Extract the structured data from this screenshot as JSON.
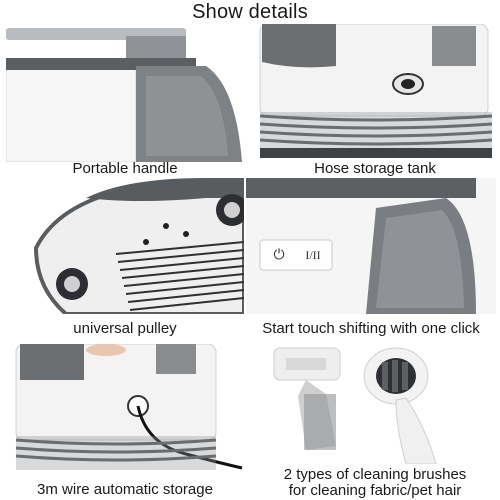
{
  "page": {
    "title": "Show details"
  },
  "panels": [
    {
      "caption": "Portable handle",
      "icon": "handle-photo"
    },
    {
      "caption": "Hose storage tank",
      "icon": "hose-tank-photo"
    },
    {
      "caption": "universal pulley",
      "icon": "pulley-photo"
    },
    {
      "caption": "Start touch shifting with one click",
      "icon": "touch-panel-photo",
      "control_labels": [
        "⏻",
        "I/II"
      ]
    },
    {
      "caption": "3m wire automatic storage",
      "icon": "wire-storage-photo"
    },
    {
      "caption_lines": [
        "2 types of cleaning brushes",
        "for cleaning fabric/pet hair"
      ],
      "icon": "brushes-photo"
    }
  ],
  "colors": {
    "body_white": "#f4f4f4",
    "tank_gray": "#7d8083",
    "hose_gray": "#6f7378",
    "handle_dark": "#4a4c4f"
  }
}
